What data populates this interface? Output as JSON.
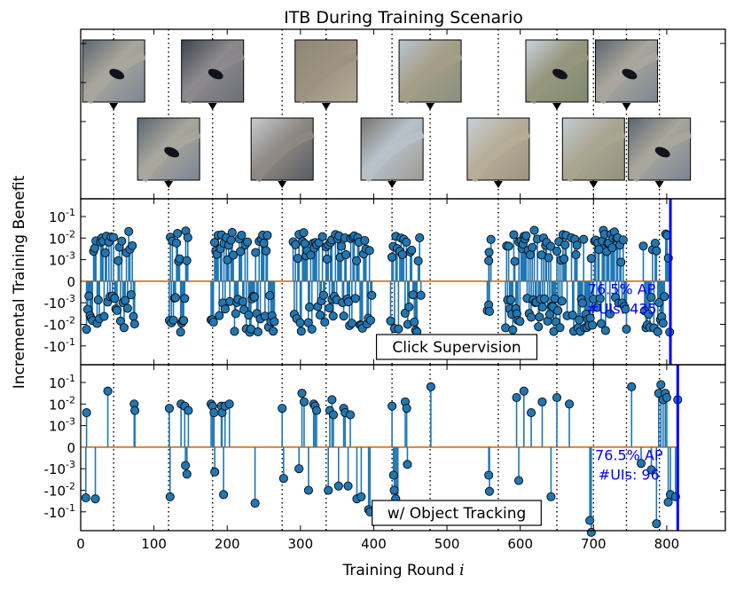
{
  "chart_data": {
    "type": "scatter",
    "title": "ITB During Training Scenario",
    "xlabel": "Training Round i",
    "ylabel": "Incremental Training Benefit",
    "xlim": [
      0,
      880
    ],
    "x_ticks": [
      "0",
      "100",
      "200",
      "300",
      "400",
      "500",
      "600",
      "700",
      "800"
    ],
    "y_tick_labels": [
      "10-1",
      "10-2",
      "10-3",
      "0",
      "-10-3",
      "-10-2",
      "-10-1"
    ],
    "y_tick_levels": [
      3,
      2,
      1,
      0,
      -1,
      -2,
      -3
    ],
    "y_scale": "symlog",
    "grid": false,
    "colors": {
      "stem": "#1f77b4",
      "marker": "#1f77b4",
      "baseline": "#d17a2b",
      "total_line": "#0000ff",
      "annotation": "#0000ff",
      "dotted_line": "#000000"
    },
    "dotted_lines_x": [
      45,
      120,
      180,
      275,
      335,
      425,
      477,
      570,
      650,
      700,
      745,
      790
    ],
    "thumbnails": [
      {
        "x": 45,
        "row": "top",
        "scene": "road-car"
      },
      {
        "x": 120,
        "row": "bottom",
        "scene": "road-car"
      },
      {
        "x": 180,
        "row": "top",
        "scene": "car-ground"
      },
      {
        "x": 275,
        "row": "bottom",
        "scene": "building"
      },
      {
        "x": 335,
        "row": "top",
        "scene": "road"
      },
      {
        "x": 425,
        "row": "bottom",
        "scene": "stairs"
      },
      {
        "x": 477,
        "row": "top",
        "scene": "field"
      },
      {
        "x": 570,
        "row": "bottom",
        "scene": "hill"
      },
      {
        "x": 650,
        "row": "top",
        "scene": "car-field"
      },
      {
        "x": 700,
        "row": "bottom",
        "scene": "road-field"
      },
      {
        "x": 745,
        "row": "top",
        "scene": "road-car"
      },
      {
        "x": 790,
        "row": "bottom",
        "scene": "road-car"
      }
    ],
    "panels": [
      {
        "name": "Click Supervision",
        "label": "Click Supervision",
        "annotation_ap": "76.5% AP",
        "annotation_uis": "#UIs: 435",
        "total_round": 805,
        "clusters": [
          {
            "start": 8,
            "end": 75,
            "step": 1.6
          },
          {
            "start": 121,
            "end": 147,
            "step": 1.4
          },
          {
            "start": 178,
            "end": 265,
            "step": 1.6
          },
          {
            "start": 290,
            "end": 343,
            "step": 1.6
          },
          {
            "start": 343,
            "end": 398,
            "step": 1.6
          },
          {
            "start": 423,
            "end": 466,
            "step": 1.8
          },
          {
            "start": 555,
            "end": 560,
            "step": 2.5
          },
          {
            "start": 580,
            "end": 665,
            "step": 1.4
          },
          {
            "start": 670,
            "end": 745,
            "step": 1.5
          },
          {
            "start": 768,
            "end": 805,
            "step": 1.8
          }
        ]
      },
      {
        "name": "w/ Object Tracking",
        "label": "w/ Object Tracking",
        "annotation_ap": "76.5% AP",
        "annotation_uis": "#UIs: 96",
        "total_round": 815,
        "points": [
          [
            7,
            -2.35
          ],
          [
            8,
            1.6
          ],
          [
            20,
            -2.4
          ],
          [
            37,
            2.6
          ],
          [
            73,
            2.0
          ],
          [
            74,
            1.7
          ],
          [
            121,
            1.8
          ],
          [
            122,
            -2.3
          ],
          [
            137,
            2.0
          ],
          [
            142,
            1.9
          ],
          [
            143,
            -0.85
          ],
          [
            145,
            -1.25
          ],
          [
            147,
            1.7
          ],
          [
            178,
            2.0
          ],
          [
            180,
            1.9
          ],
          [
            182,
            1.6
          ],
          [
            183,
            -1.15
          ],
          [
            192,
            1.9
          ],
          [
            193,
            1.6
          ],
          [
            195,
            -2.2
          ],
          [
            197,
            1.9
          ],
          [
            203,
            2.0
          ],
          [
            238,
            -2.6
          ],
          [
            275,
            1.8
          ],
          [
            277,
            -1.45
          ],
          [
            298,
            -1.0
          ],
          [
            302,
            2.5
          ],
          [
            305,
            2.1
          ],
          [
            311,
            -2.0
          ],
          [
            318,
            2.0
          ],
          [
            320,
            1.9
          ],
          [
            322,
            1.7
          ],
          [
            338,
            -2.0
          ],
          [
            340,
            1.7
          ],
          [
            343,
            2.2
          ],
          [
            345,
            1.5
          ],
          [
            352,
            -1.8
          ],
          [
            359,
            1.8
          ],
          [
            361,
            1.6
          ],
          [
            365,
            -1.8
          ],
          [
            368,
            1.5
          ],
          [
            377,
            -2.4
          ],
          [
            383,
            -2.3
          ],
          [
            393,
            -2.9
          ],
          [
            395,
            -3.0
          ],
          [
            425,
            1.9
          ],
          [
            427,
            -1.3
          ],
          [
            428,
            -2.0
          ],
          [
            430,
            -2.4
          ],
          [
            432,
            -2.7
          ],
          [
            433,
            -2.85
          ],
          [
            443,
            2.1
          ],
          [
            445,
            1.8
          ],
          [
            446,
            -0.8
          ],
          [
            478,
            2.8
          ],
          [
            557,
            -1.3
          ],
          [
            558,
            -2.05
          ],
          [
            595,
            2.3
          ],
          [
            598,
            -1.55
          ],
          [
            605,
            2.6
          ],
          [
            615,
            1.6
          ],
          [
            630,
            2.1
          ],
          [
            642,
            -2.3
          ],
          [
            650,
            2.3
          ],
          [
            667,
            2.0
          ],
          [
            695,
            -3.4
          ],
          [
            697,
            -3.95
          ],
          [
            752,
            2.8
          ],
          [
            765,
            -0.75
          ],
          [
            779,
            -1.05
          ],
          [
            786,
            -3.55
          ],
          [
            789,
            2.5
          ],
          [
            792,
            2.9
          ],
          [
            795,
            2.2
          ],
          [
            798,
            2.5
          ],
          [
            800,
            2.3
          ],
          [
            802,
            -2.55
          ],
          [
            805,
            -2.2
          ],
          [
            812,
            -2.3
          ],
          [
            815,
            2.2
          ]
        ]
      }
    ]
  }
}
